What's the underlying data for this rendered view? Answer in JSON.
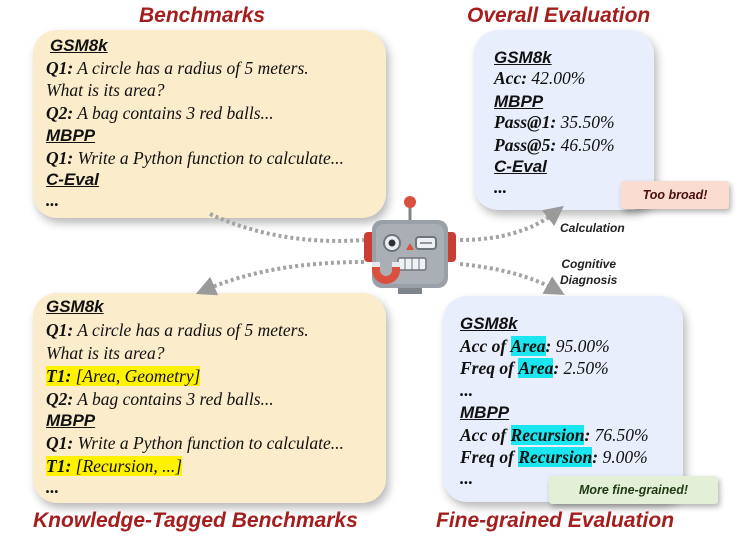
{
  "headings": {
    "benchmarks": "Benchmarks",
    "overall": "Overall Evaluation",
    "knowledge_tagged": "Knowledge-Tagged Benchmarks",
    "fine_grained": "Fine-grained Evaluation"
  },
  "benchmarks_panel": {
    "gsm8k": "GSM8k",
    "q1_label": "Q1:",
    "q1_text_1": "A circle has a radius of 5 meters.",
    "q1_text_2": "What is its area?",
    "q2_label": "Q2:",
    "q2_text": "A bag contains 3 red balls...",
    "mbpp": "MBPP",
    "mbpp_q1_label": "Q1:",
    "mbpp_q1_text": "Write a Python function to calculate...",
    "ceval": "C-Eval",
    "ellipsis": "..."
  },
  "overall_panel": {
    "gsm8k": "GSM8k",
    "acc_label": "Acc:",
    "acc_value": "42.00%",
    "mbpp": "MBPP",
    "pass1_label": "Pass@1:",
    "pass1_value": "35.50%",
    "pass5_label": "Pass@5:",
    "pass5_value": "46.50%",
    "ceval": "C-Eval",
    "ellipsis": "...",
    "note": "Too broad!"
  },
  "tagged_panel": {
    "gsm8k": "GSM8k",
    "q1_label": "Q1:",
    "q1_text_1": "A circle has a radius of 5 meters.",
    "q1_text_2": "What is its area?",
    "t1_label": "T1:",
    "t1_text": "[Area, Geometry]",
    "q2_label": "Q2:",
    "q2_text": "A bag contains 3 red balls...",
    "mbpp": "MBPP",
    "mbpp_q1_label": "Q1:",
    "mbpp_q1_text": "Write a Python function to calculate...",
    "mbpp_t1_label": "T1:",
    "mbpp_t1_text": "[Recursion, ...]",
    "ellipsis": "..."
  },
  "fine_panel": {
    "gsm8k": "GSM8k",
    "acc_of": "Acc of",
    "freq_of": "Freq of",
    "area": "Area",
    "area_acc": "95.00%",
    "area_freq": "2.50%",
    "ellipsis_1": "...",
    "mbpp": "MBPP",
    "recursion": "Recursion",
    "rec_acc": "76.50%",
    "rec_freq": "9.00%",
    "ellipsis_2": "...",
    "note": "More fine-grained!"
  },
  "arrow_labels": {
    "calculation": "Calculation",
    "cognitive_line1": "Cognitive",
    "cognitive_line2": "Diagnosis"
  },
  "colors": {
    "heading": "#a51e1e",
    "yellow_panel": "#fbeccb",
    "blue_panel": "#e8eefb",
    "highlight_yellow": "#fff200",
    "highlight_cyan": "#19e6ef",
    "note_pink": "#fadcd0",
    "note_green": "#e3efd7",
    "robot_body": "#9aa0a7",
    "robot_accent": "#d9503f"
  },
  "icons": {
    "robot": "robot-magnet-icon",
    "arrow": "dotted-arrow-icon"
  }
}
